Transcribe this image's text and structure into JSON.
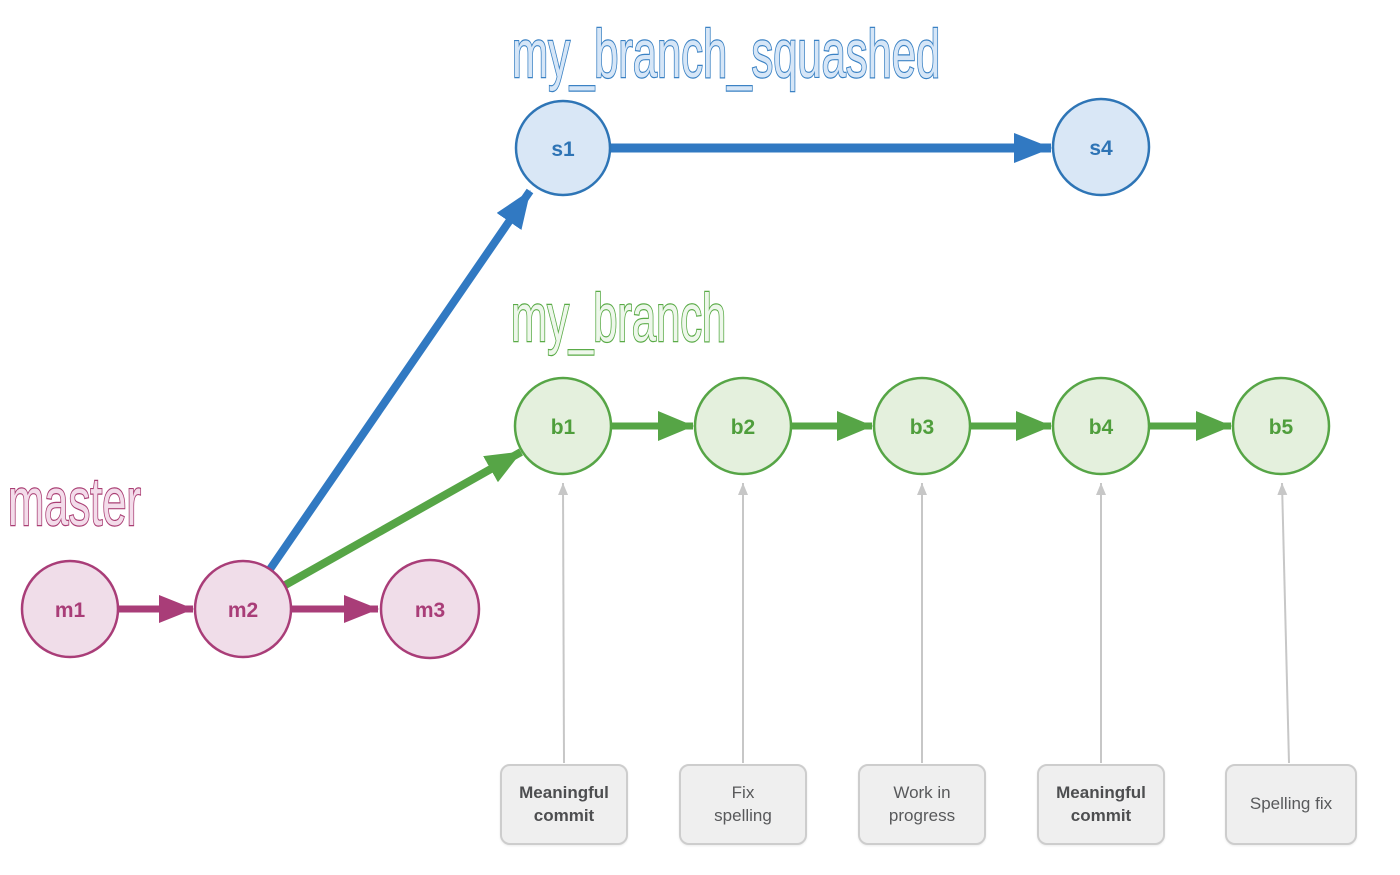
{
  "diagram": {
    "type": "git-branch-graph",
    "background": "#ffffff",
    "branches": {
      "master": {
        "title": "master",
        "stroke": "#a93d78",
        "fill": "#f0dde9",
        "title_fill": "#f3dcea",
        "commits": [
          {
            "id": "m1"
          },
          {
            "id": "m2"
          },
          {
            "id": "m3"
          }
        ]
      },
      "my_branch": {
        "title": "my_branch",
        "stroke": "#56a546",
        "fill": "#e4f0dd",
        "title_fill": "#eef7eb",
        "commits": [
          {
            "id": "b1"
          },
          {
            "id": "b2"
          },
          {
            "id": "b3"
          },
          {
            "id": "b4"
          },
          {
            "id": "b5"
          }
        ]
      },
      "my_branch_squashed": {
        "title": "my_branch_squashed",
        "stroke": "#3179c2",
        "fill": "#d9e7f6",
        "title_fill": "#d6e6f7",
        "commits": [
          {
            "id": "s1"
          },
          {
            "id": "s4"
          }
        ]
      }
    },
    "edges": [
      {
        "from": "m1",
        "to": "m2",
        "branch": "master"
      },
      {
        "from": "m2",
        "to": "m3",
        "branch": "master"
      },
      {
        "from": "m2",
        "to": "s1",
        "branch": "my_branch_squashed"
      },
      {
        "from": "s1",
        "to": "s4",
        "branch": "my_branch_squashed"
      },
      {
        "from": "m2",
        "to": "b1",
        "branch": "my_branch"
      },
      {
        "from": "b1",
        "to": "b2",
        "branch": "my_branch"
      },
      {
        "from": "b2",
        "to": "b3",
        "branch": "my_branch"
      },
      {
        "from": "b3",
        "to": "b4",
        "branch": "my_branch"
      },
      {
        "from": "b4",
        "to": "b5",
        "branch": "my_branch"
      }
    ],
    "annotations": [
      {
        "for": "b1",
        "label": "Meaningful\ncommit",
        "bold": true
      },
      {
        "for": "b2",
        "label": "Fix\nspelling",
        "bold": false
      },
      {
        "for": "b3",
        "label": "Work in\nprogress",
        "bold": false
      },
      {
        "for": "b4",
        "label": "Meaningful\ncommit",
        "bold": true
      },
      {
        "for": "b5",
        "label": "Spelling fix",
        "bold": false
      }
    ],
    "annotation_style": {
      "fill": "#efefef",
      "border": "#cdcdcd",
      "text": "#58595b",
      "connector": "#c7c7c7"
    }
  }
}
